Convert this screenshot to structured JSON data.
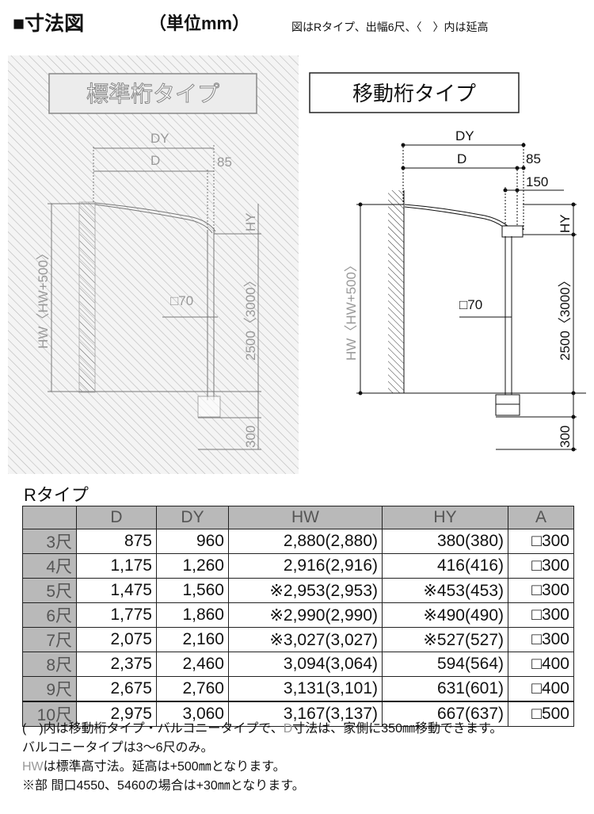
{
  "header": {
    "title": "■寸法図",
    "unit": "（単位mm）",
    "note": "図はRタイプ、出幅6尺、〈　〉内は延高"
  },
  "diagram_left": {
    "label": "標準桁タイプ",
    "dim": {
      "dy": "DY",
      "d": "D",
      "gap": "85",
      "hy": "HY",
      "post": "□70",
      "height": "2500〈3000〉",
      "hw": "HW〈HW+500〉",
      "base": "300"
    }
  },
  "diagram_right": {
    "label": "移動桁タイプ",
    "dim": {
      "dy": "DY",
      "d": "D",
      "gap": "85",
      "offset": "150",
      "hy": "HY",
      "post": "□70",
      "height": "2500〈3000〉",
      "hw": "HW〈HW+500〉",
      "base": "300"
    }
  },
  "table": {
    "title": "Rタイプ",
    "headers": [
      "",
      "D",
      "DY",
      "HW",
      "HY",
      "A"
    ],
    "rows": [
      [
        "3尺",
        "875",
        "960",
        "2,880(2,880)",
        "380(380)",
        "□300"
      ],
      [
        "4尺",
        "1,175",
        "1,260",
        "2,916(2,916)",
        "416(416)",
        "□300"
      ],
      [
        "5尺",
        "1,475",
        "1,560",
        "※2,953(2,953)",
        "※453(453)",
        "□300"
      ],
      [
        "6尺",
        "1,775",
        "1,860",
        "※2,990(2,990)",
        "※490(490)",
        "□300"
      ],
      [
        "7尺",
        "2,075",
        "2,160",
        "※3,027(3,027)",
        "※527(527)",
        "□300"
      ],
      [
        "8尺",
        "2,375",
        "2,460",
        "3,094(3,064)",
        "594(564)",
        "□400"
      ],
      [
        "9尺",
        "2,675",
        "2,760",
        "3,131(3,101)",
        "631(601)",
        "□400"
      ],
      [
        "10尺",
        "2,975",
        "3,060",
        "3,167(3,137)",
        "667(637)",
        "□500"
      ]
    ]
  },
  "notes": {
    "line1_a": "(　)内は移動桁タイプ・バルコニータイプで、",
    "line1_d": "D",
    "line1_b": "寸法は、家側に350㎜移動できます。",
    "line2": "バルコニータイプは3～6尺のみ。",
    "line3_hw": "HW",
    "line3": "は標準高寸法。延高は+500㎜となります。",
    "line4": "※部 間口4550、5460の場合は+30㎜となります。"
  }
}
